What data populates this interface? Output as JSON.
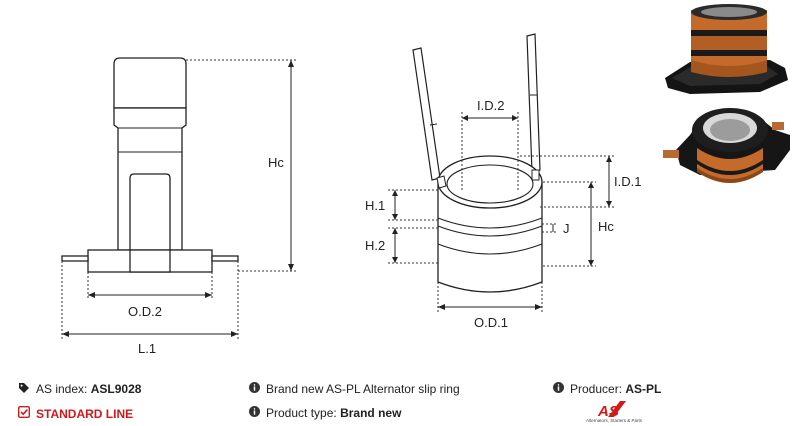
{
  "diagram": {
    "labels": {
      "hc_left": "Hc",
      "od2": "O.D.2",
      "l1": "L.1",
      "id2": "I.D.2",
      "id1": "I.D.1",
      "h1": "H.1",
      "h2": "H.2",
      "j": "J",
      "hc_right": "Hc",
      "od1": "O.D.1"
    }
  },
  "info": {
    "as_index_label": "AS index:",
    "as_index_value": "ASL9028",
    "description": "Brand new AS-PL Alternator slip ring",
    "producer_label": "Producer:",
    "producer_value": "AS-PL",
    "line": "STANDARD LINE",
    "product_type_label": "Product type:",
    "product_type_value": "Brand new"
  },
  "logo": {
    "text": "AS",
    "tagline": "Alternators, Starters & Parts"
  },
  "colors": {
    "accent_red": "#d11a1a",
    "copper": "#c46a2b",
    "black_plastic": "#1a1a1a"
  },
  "icons": {
    "tag": "tag-icon",
    "info": "info-icon",
    "check": "check-square-icon"
  }
}
